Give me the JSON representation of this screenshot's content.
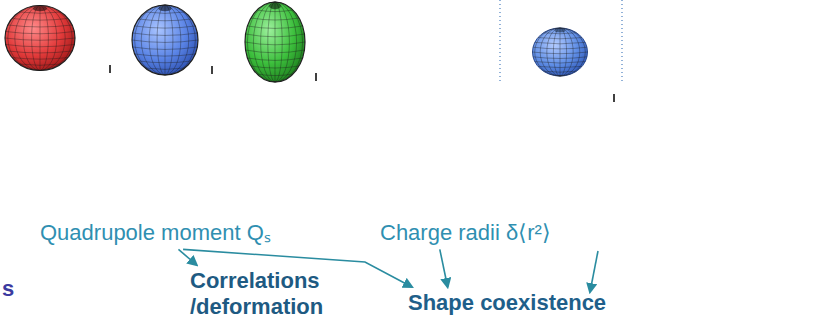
{
  "diagram": {
    "nodes": [
      {
        "text": [
          "Quadrupole moment Qₛ"
        ]
      },
      {
        "text": [
          "Charge radii δ⟨r²⟩"
        ]
      },
      {
        "text": [
          "Correlations /deformation"
        ]
      },
      {
        "text": [
          "Shape coexistence"
        ]
      }
    ],
    "edges": [
      {
        "from": 0,
        "to": 2,
        "arrow": "to"
      },
      {
        "from": 0,
        "to": 3,
        "arrow": "to"
      },
      {
        "from": 1,
        "to": 3,
        "arrow": "to"
      }
    ],
    "labels": [
      "s"
    ]
  }
}
